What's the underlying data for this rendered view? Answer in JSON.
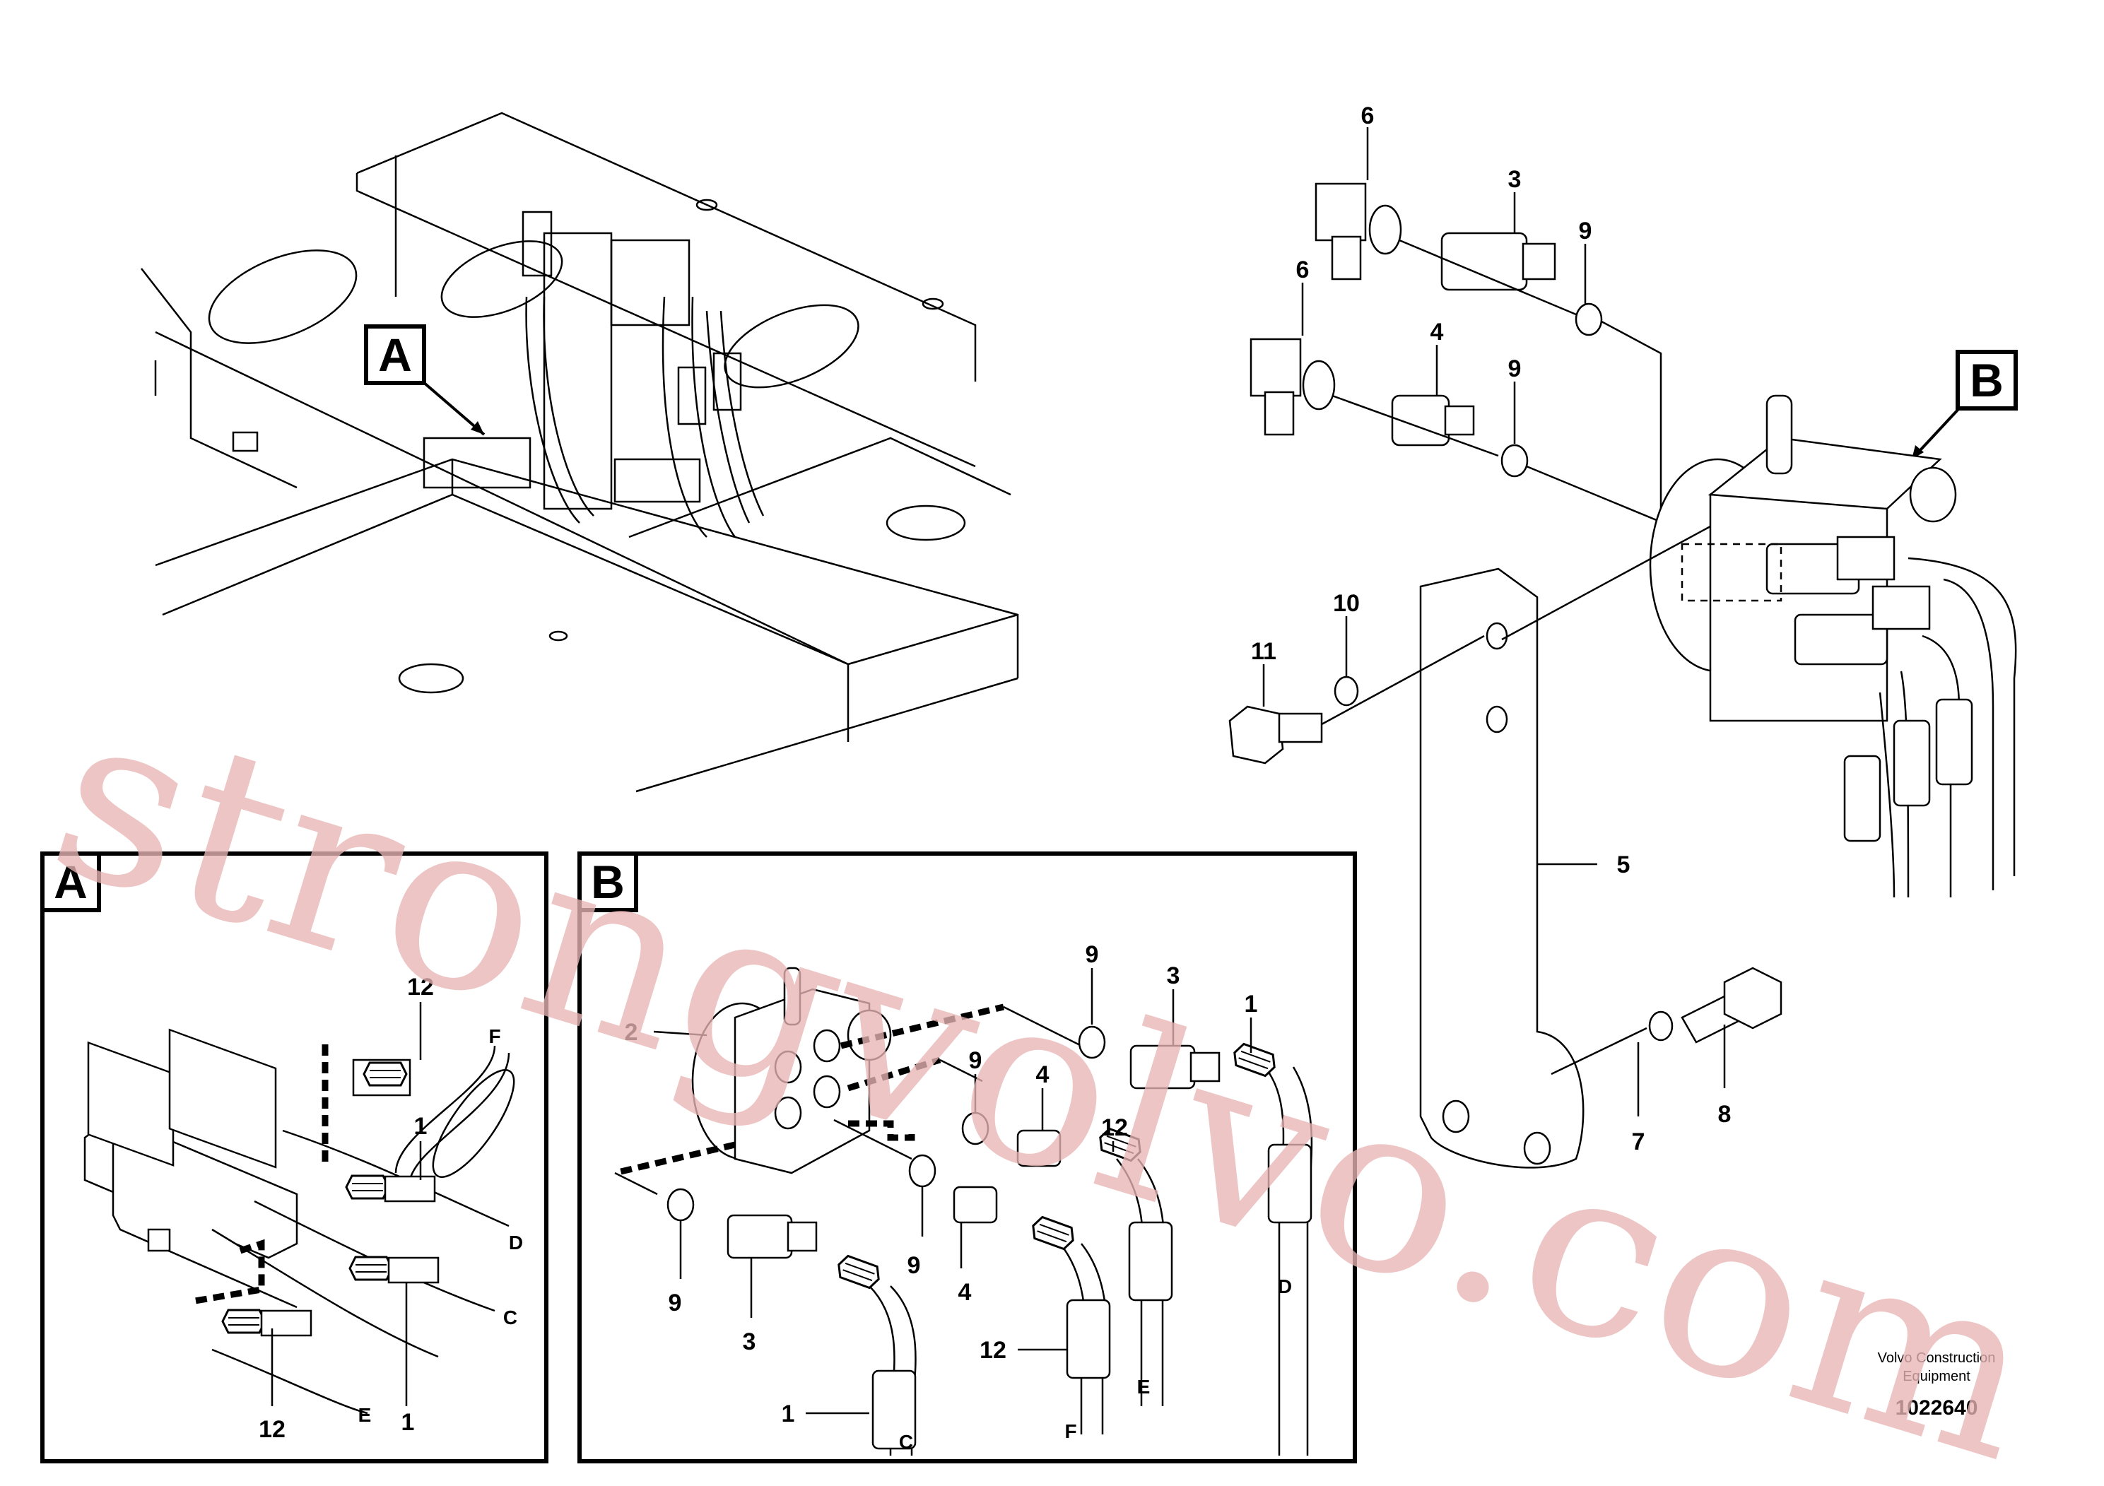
{
  "diagram": {
    "view_labels": {
      "a": "A",
      "b": "B"
    },
    "inset_titles": {
      "a": "A",
      "b": "B"
    },
    "callouts_main": [
      "6",
      "3",
      "9",
      "6",
      "4",
      "9",
      "10",
      "11",
      "5",
      "7",
      "8"
    ],
    "callouts_inset_a": [
      "12",
      "F",
      "1",
      "D",
      "C",
      "1",
      "E",
      "12"
    ],
    "callouts_inset_b": [
      "2",
      "9",
      "3",
      "1",
      "9",
      "4",
      "12",
      "9",
      "9",
      "4",
      "3",
      "12",
      "1",
      "C",
      "F",
      "E",
      "D"
    ],
    "credit_line_1": "Volvo Construction",
    "credit_line_2": "Equipment",
    "document_number": "1022640",
    "watermark": "strongvolvo.com"
  }
}
